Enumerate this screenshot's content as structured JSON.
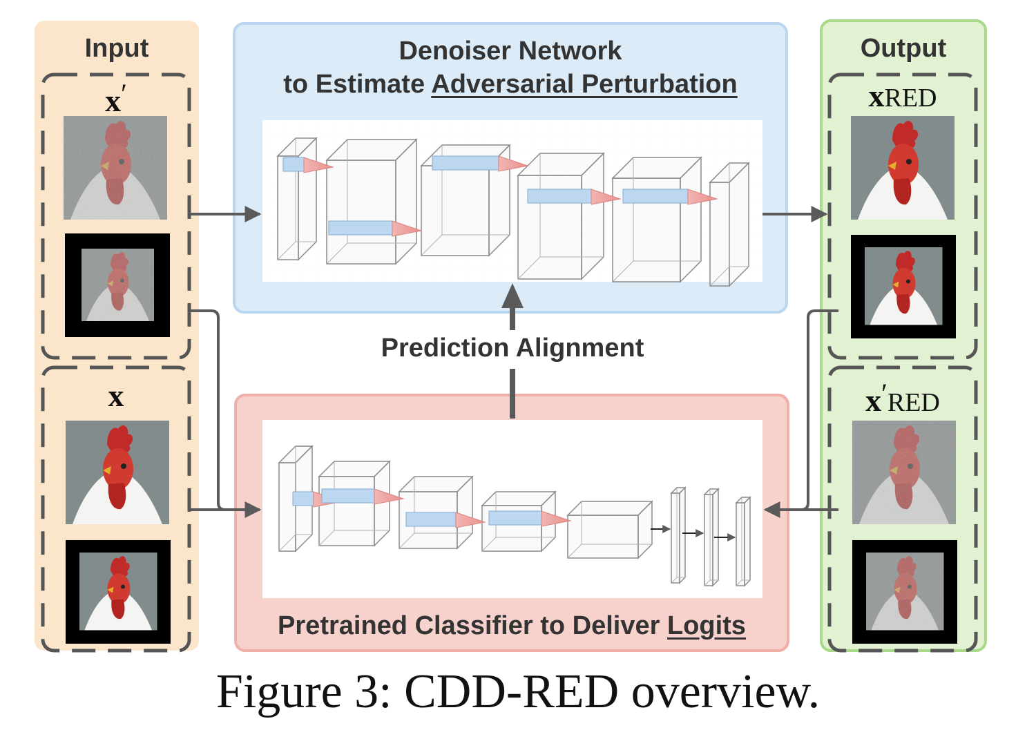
{
  "input_panel": {
    "title": "Input",
    "groups": [
      {
        "symbol_main": "x",
        "symbol_prime": "′",
        "symbol_sub": ""
      },
      {
        "symbol_main": "x",
        "symbol_prime": "",
        "symbol_sub": ""
      }
    ]
  },
  "denoiser_panel": {
    "title_line1": "Denoiser Network",
    "title_line2_prefix": "to Estimate ",
    "title_line2_underlined": "Adversarial Perturbation"
  },
  "alignment_label": "Prediction Alignment",
  "classifier_panel": {
    "title_prefix": "Pretrained Classifier to Deliver ",
    "title_underlined": "Logits"
  },
  "output_panel": {
    "title": "Output",
    "groups": [
      {
        "symbol_main": "x",
        "symbol_prime": "",
        "symbol_sub": "RED"
      },
      {
        "symbol_main": "x",
        "symbol_prime": "′",
        "symbol_sub": "RED"
      }
    ]
  },
  "caption": "Figure 3:  CDD-RED overview.",
  "colors": {
    "input_bg": "#fbe6cc",
    "denoiser_bg": "#dcebf8",
    "denoiser_border": "#b9d6f0",
    "classifier_bg": "#f7d2cc",
    "classifier_border": "#f0b0a8",
    "output_bg": "#e1f1d2",
    "output_border": "#a8d98a",
    "arrow": "#5a5a5a",
    "dashed": "#555555"
  }
}
